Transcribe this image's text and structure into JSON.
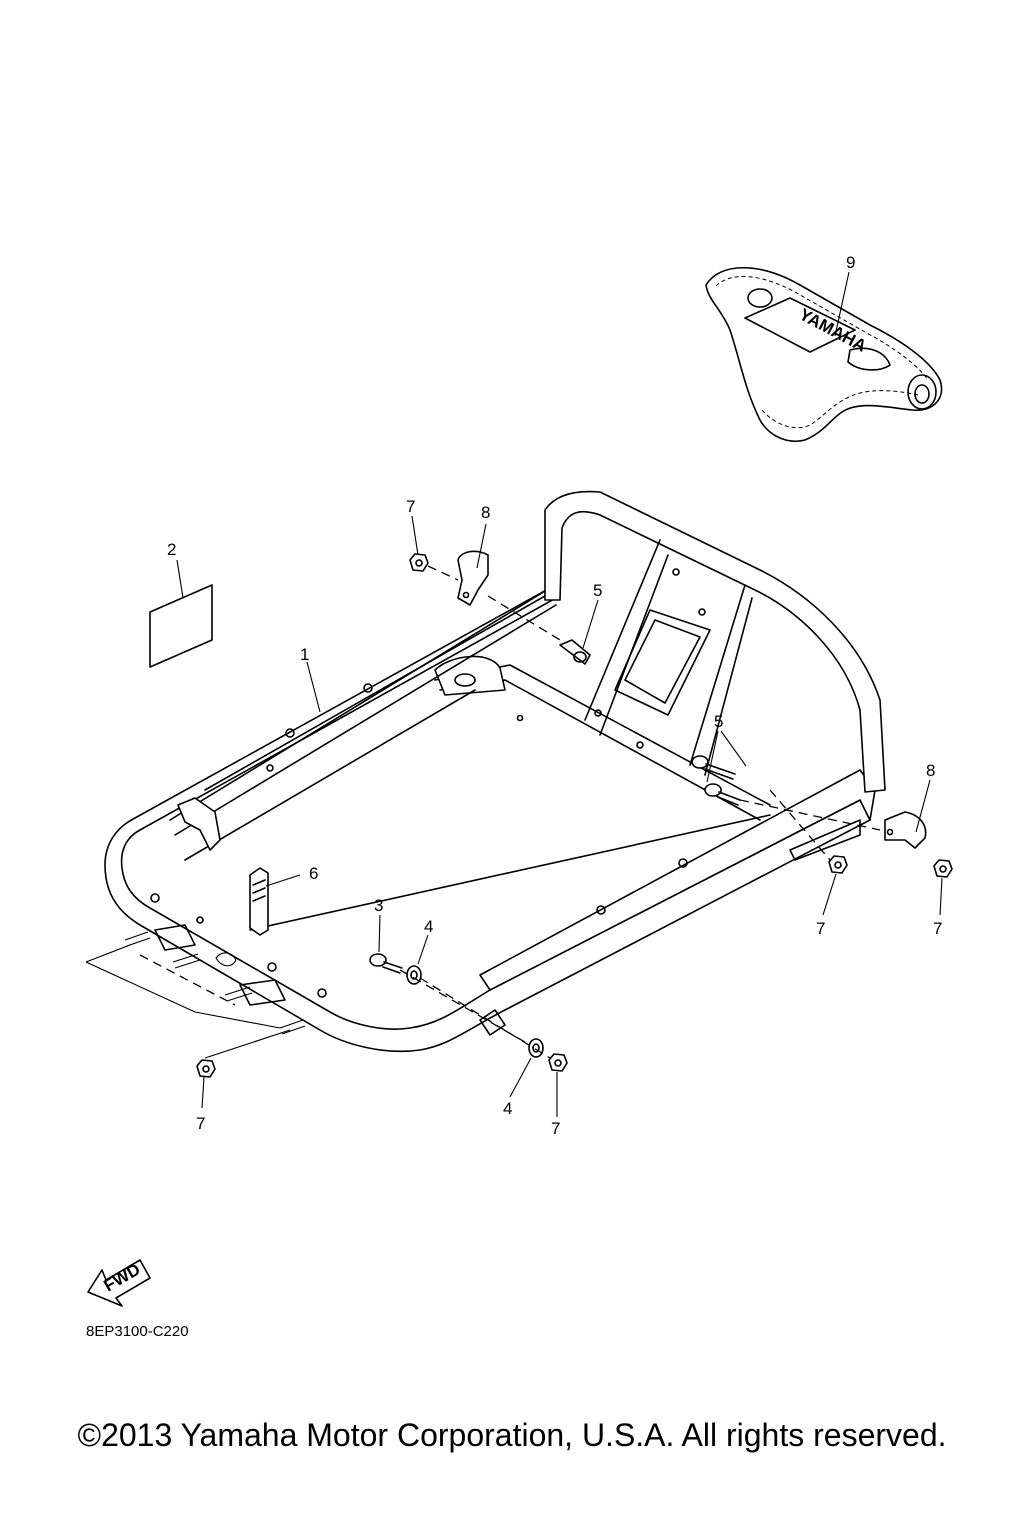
{
  "diagram": {
    "callouts": {
      "c1": "1",
      "c2": "2",
      "c3": "3",
      "c4a": "4",
      "c4b": "4",
      "c5a": "5",
      "c5b": "5",
      "c6": "6",
      "c7a": "7",
      "c7b": "7",
      "c7c": "7",
      "c7d": "7",
      "c7e": "7",
      "c8a": "8",
      "c8b": "8",
      "c9": "9"
    },
    "seat_logo_text": "YAMAHA",
    "fwd_label": "FWD",
    "part_code": "8EP3100-C220"
  },
  "footer": {
    "copyright": "©2013 Yamaha Motor Corporation, U.S.A. All rights reserved."
  }
}
